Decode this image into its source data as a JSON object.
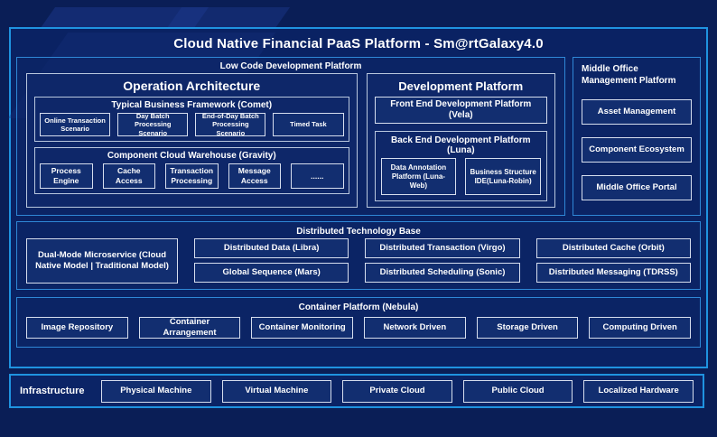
{
  "title": "Cloud Native Financial PaaS Platform - Sm@rtGalaxy4.0",
  "colors": {
    "background": "#0a1e56",
    "panel_fill": "#0a2263",
    "accent_border": "#1f93e0",
    "inner_border": "#d6deee",
    "text": "#ffffff"
  },
  "low_code": {
    "label": "Low Code Development Platform",
    "operation_architecture": {
      "label": "Operation Architecture",
      "comet": {
        "label": "Typical Business Framework (Comet)",
        "items": [
          "Online Transaction Scenario",
          "Day Batch Processing Scenario",
          "End-of-Day Batch Processing Scenario",
          "Timed Task"
        ]
      },
      "gravity": {
        "label": "Component Cloud Warehouse (Gravity)",
        "items": [
          "Process Engine",
          "Cache Access",
          "Transaction Processing",
          "Message Access",
          "......"
        ]
      }
    },
    "development_platform": {
      "label": "Development Platform",
      "vela": "Front End Development Platform (Vela)",
      "luna": {
        "label": "Back End Development Platform (Luna)",
        "items": [
          "Data Annotation Platform (Luna-Web)",
          "Business Structure IDE(Luna-Robin)"
        ]
      }
    }
  },
  "middle_office": {
    "label": "Middle Office Management Platform",
    "items": [
      "Asset Management",
      "Component Ecosystem",
      "Middle Office Portal"
    ]
  },
  "distributed": {
    "label": "Distributed Technology Base",
    "dual_mode": "Dual-Mode Microservice (Cloud Native Model | Traditional Model)",
    "columns": [
      [
        "Distributed Data (Libra)",
        "Global Sequence (Mars)"
      ],
      [
        "Distributed Transaction (Virgo)",
        "Distributed Scheduling (Sonic)"
      ],
      [
        "Distributed Cache (Orbit)",
        "Distributed Messaging (TDRSS)"
      ]
    ]
  },
  "container_platform": {
    "label": "Container Platform (Nebula)",
    "items": [
      "Image Repository",
      "Container Arrangement",
      "Container Monitoring",
      "Network Driven",
      "Storage Driven",
      "Computing Driven"
    ]
  },
  "infrastructure": {
    "label": "Infrastructure",
    "items": [
      "Physical Machine",
      "Virtual Machine",
      "Private Cloud",
      "Public Cloud",
      "Localized Hardware"
    ]
  }
}
